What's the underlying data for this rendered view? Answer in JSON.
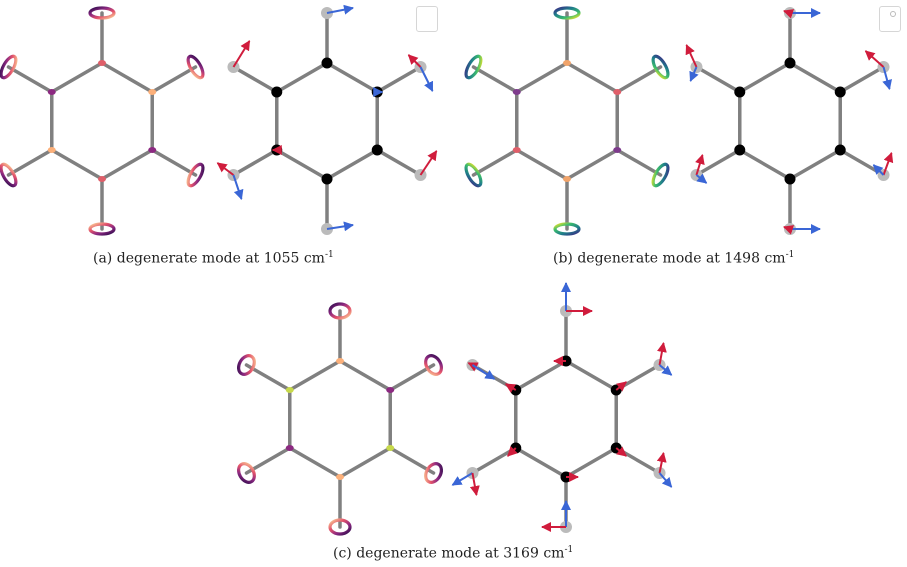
{
  "panels": [
    {
      "letter": "(a)",
      "label": "degenerate mode at 1055 cm",
      "exp": "-1"
    },
    {
      "letter": "(b)",
      "label": "degenerate mode at 1498 cm",
      "exp": "-1"
    },
    {
      "letter": "(c)",
      "label": "degenerate mode at 3169 cm",
      "exp": "-1"
    }
  ],
  "colors": {
    "bond": "#808080",
    "carbon": "#000000",
    "hydrogen": "#bbbbbb",
    "arrow_red": "#d01c3c",
    "arrow_blue": "#3a66d6"
  },
  "icons": [
    "legend-box-icon",
    "legend-box-icon"
  ]
}
